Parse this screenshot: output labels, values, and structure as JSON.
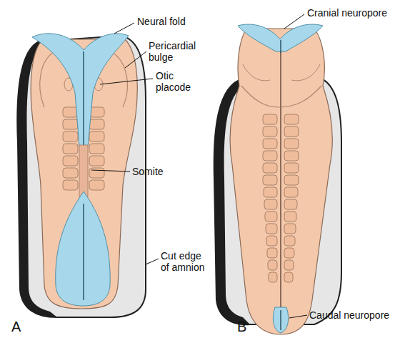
{
  "diagram": {
    "labels": [
      "Neural fold",
      "Pericardial bulge",
      "Otic placode",
      "Somite",
      "Cut edge of amnion",
      "A",
      "Cranial neuropore",
      "Caudal neuropore",
      "B"
    ]
  }
}
